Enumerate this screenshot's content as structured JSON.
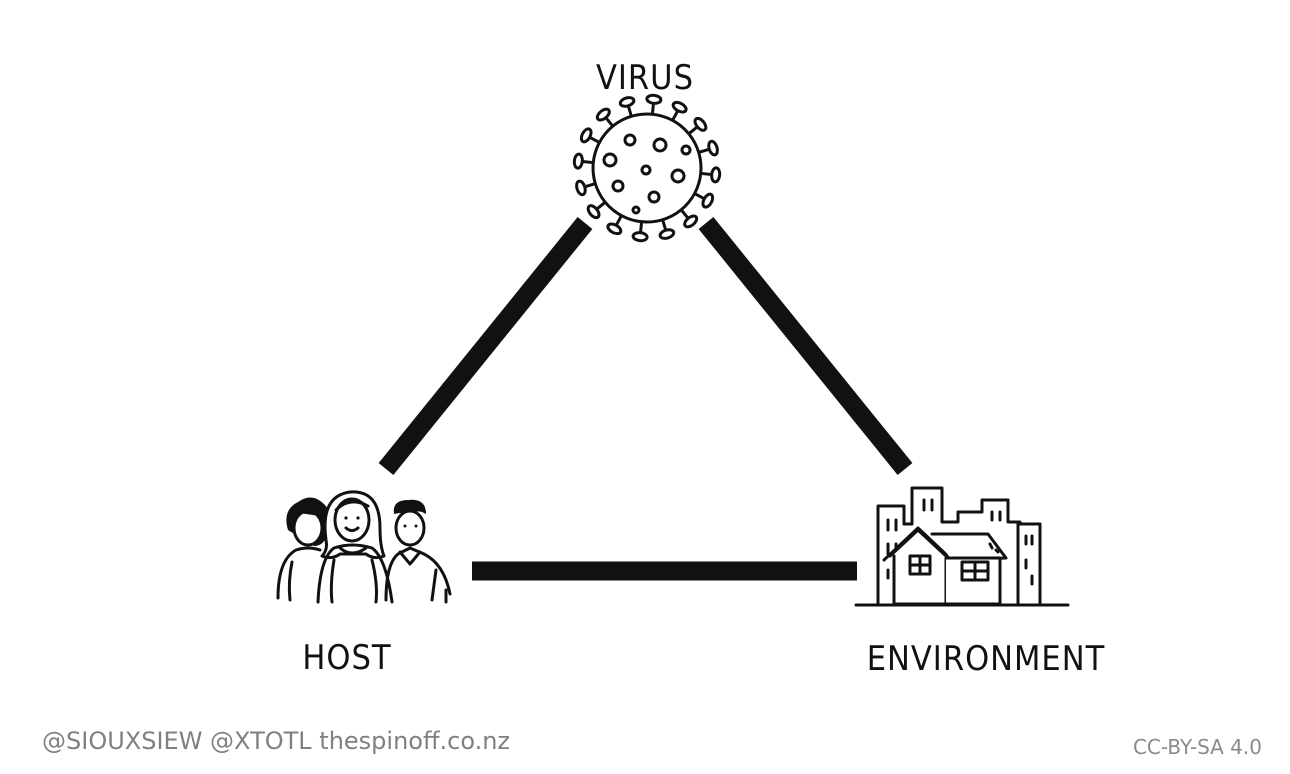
{
  "nodes": {
    "virus": {
      "label": "VIRUS",
      "icon": "virus-icon"
    },
    "host": {
      "label": "HOST",
      "icon": "people-icon"
    },
    "environment": {
      "label": "ENVIRONMENT",
      "icon": "city-house-icon"
    }
  },
  "edges": [
    {
      "from": "virus",
      "to": "host"
    },
    {
      "from": "virus",
      "to": "environment"
    },
    {
      "from": "host",
      "to": "environment"
    }
  ],
  "credits": {
    "left": "@SIOUXSIEW @XTOTL thespinoff.co.nz",
    "right": "CC-BY-SA 4.0"
  },
  "colors": {
    "ink": "#111111",
    "background": "#ffffff",
    "credit": "#808080"
  }
}
